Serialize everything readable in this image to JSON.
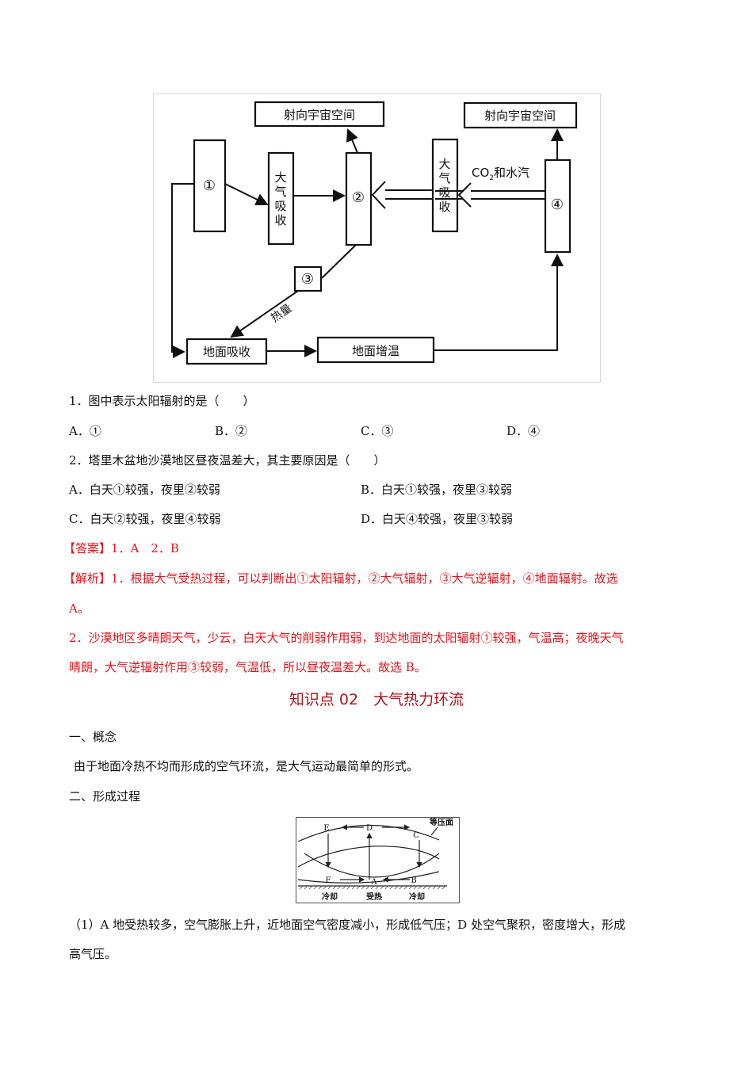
{
  "figure1": {
    "labels": {
      "space_left": "射向宇宙空间",
      "space_right": "射向宇宙空间",
      "circle1": "①",
      "circle2": "②",
      "circle3": "③",
      "circle4": "④",
      "atm_absorb_left": [
        "大",
        "气",
        "吸",
        "收"
      ],
      "atm_absorb_right": [
        "大",
        "气",
        "吸",
        "收"
      ],
      "co2_water": "CO",
      "co2_sub": "2",
      "co2_suffix": "和水汽",
      "heat": "热量",
      "ground_absorb": "地面吸收",
      "ground_warm": "地面增温"
    }
  },
  "questions": [
    {
      "stem": "1．图中表示太阳辐射的是（　　）",
      "options": [
        "A．①",
        "B．②",
        "C．③",
        "D．④"
      ]
    },
    {
      "stem": "2．塔里木盆地沙漠地区昼夜温差大，其主要原因是（　　）",
      "options": [
        "A．白天①较强，夜里②较弱",
        "B．白天①较强，夜里③较弱",
        "C．白天②较强，夜里④较弱",
        "D．白天④较强，夜里③较弱"
      ]
    }
  ],
  "answer": {
    "label": "【答案】",
    "text": "1．A　2．B"
  },
  "analysis": {
    "label": "【解析】",
    "line1": "1．根据大气受热过程，可以判断出①太阳辐射，②大气辐射，③大气逆辐射，④地面辐射。故选",
    "line2": "A。",
    "line3": "2．沙漠地区多晴朗天气，少云，白天大气的削弱作用弱，到达地面的太阳辐射①较强，气温高；夜晚天气",
    "line4": "晴朗，大气逆辐射作用③较弱，气温低，所以昼夜温差大。故选 B。"
  },
  "section": {
    "title": "知识点 02　大气热力环流",
    "concept_heading": "一、概念",
    "concept_text": "由于地面冷热不均而形成的空气环流，是大气运动最简单的形式。",
    "process_heading": "二、形成过程"
  },
  "figure2": {
    "labels": {
      "isobar": "等压面",
      "E": "E",
      "D": "D",
      "C": "C",
      "F": "F",
      "A": "A",
      "B": "B",
      "cool_left": "冷却",
      "heated": "受热",
      "cool_right": "冷却"
    }
  },
  "explanation": {
    "line1": "（1）A 地受热较多，空气膨胀上升，近地面空气密度减小，形成低气压；D 处空气聚积，密度增大，形成",
    "line2": "高气压。"
  }
}
